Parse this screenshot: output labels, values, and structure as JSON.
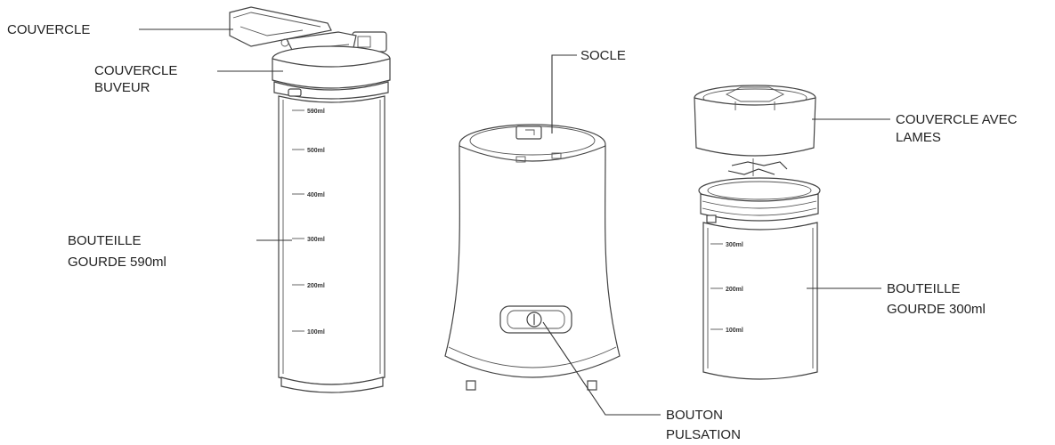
{
  "labels": {
    "couvercle": "COUVERCLE",
    "couvercle_buveur_1": "COUVERCLE",
    "couvercle_buveur_2": "BUVEUR",
    "bouteille_590_1": "BOUTEILLE",
    "bouteille_590_2": "GOURDE 590ml",
    "socle": "SOCLE",
    "bouton_1": "BOUTON",
    "bouton_2": "PULSATION",
    "couvercle_lames_1": "COUVERCLE AVEC",
    "couvercle_lames_2": "LAMES",
    "bouteille_300_1": "BOUTEILLE",
    "bouteille_300_2": "GOURDE  300ml"
  },
  "graduations_590": [
    "590ml",
    "500ml",
    "400ml",
    "300ml",
    "200ml",
    "100ml"
  ],
  "graduations_300": [
    "300ml",
    "200ml",
    "100ml"
  ]
}
